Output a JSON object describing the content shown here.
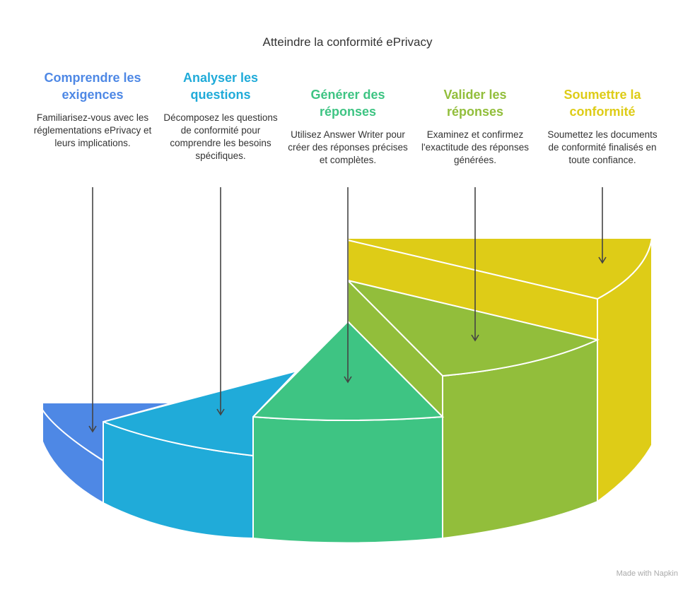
{
  "title": "Atteindre la conformité ePrivacy",
  "steps": [
    {
      "title": "Comprendre les exigences",
      "description": "Familiarisez-vous avec les réglementations ePrivacy et leurs implications.",
      "color": "#4E88E5"
    },
    {
      "title": "Analyser les questions",
      "description": "Décomposez les questions de conformité pour comprendre les besoins spécifiques.",
      "color": "#20ABD9"
    },
    {
      "title": "Générer des réponses",
      "description": "Utilisez Answer Writer pour créer des réponses précises et complètes.",
      "color": "#3EC483"
    },
    {
      "title": "Valider les réponses",
      "description": "Examinez et confirmez l'exactitude des réponses générées.",
      "color": "#92BE3B"
    },
    {
      "title": "Soumettre la conformité",
      "description": "Soumettez les documents de conformité finalisés en toute confiance.",
      "color": "#DECC17"
    }
  ],
  "watermark": "Made with Napkin"
}
